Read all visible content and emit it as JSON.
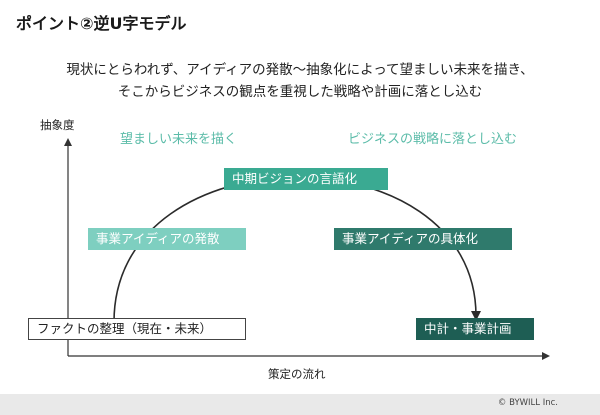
{
  "title": "ポイント②逆U字モデル",
  "description": {
    "line1": "現状にとらわれず、アイディアの発散～抽象化によって望ましい未来を描き、",
    "line2": "そこからビジネスの観点を重視した戦略や計画に落とし込む"
  },
  "axes": {
    "y_label": "抽象度",
    "x_label": "策定の流れ"
  },
  "phases": {
    "left": "望ましい未来を描く",
    "right": "ビジネスの戦略に落とし込む"
  },
  "boxes": {
    "fact": "ファクトの整理（現在・未来）",
    "idea_divergence": "事業アイディアの発散",
    "vision": "中期ビジョンの言語化",
    "idea_concrete": "事業アイディアの具体化",
    "plan": "中計・事業計画"
  },
  "colors": {
    "light_teal": "#7ecfc0",
    "mid_teal": "#3aaa92",
    "dark_teal": "#2f7a6c",
    "darkest_teal": "#1e5e54",
    "phase_text": "#5cbca9",
    "axis": "#333333",
    "arc": "#2b2b2b"
  },
  "footer": {
    "copyright": "© BYWILL Inc."
  }
}
